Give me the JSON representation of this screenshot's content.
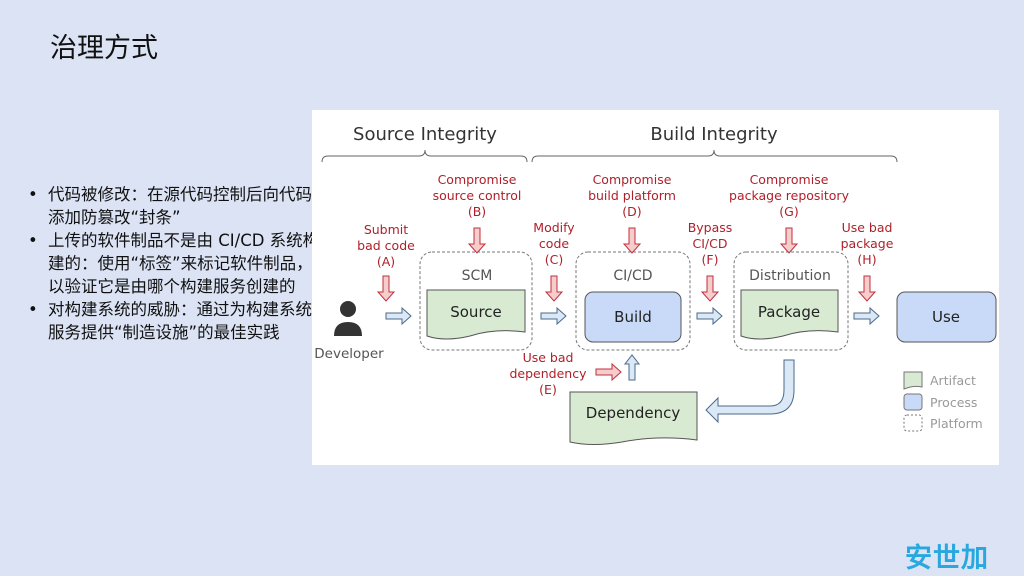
{
  "title": "治理方式",
  "bullets": [
    "代码被修改：在源代码控制后向代码添加防篡改“封条”",
    "上传的软件制品不是由 CI/CD 系统构建的：使用“标签”来标记软件制品，以验证它是由哪个构建服务创建的",
    "对构建系统的威胁：通过为构建系统服务提供“制造设施”的最佳实践"
  ],
  "diagram": {
    "source_integrity": "Source Integrity",
    "build_integrity": "Build Integrity",
    "threats": {
      "a": [
        "Submit",
        "bad code",
        "(A)"
      ],
      "b": [
        "Compromise",
        "source control",
        "(B)"
      ],
      "c": [
        "Modify",
        "code",
        "(C)"
      ],
      "d": [
        "Compromise",
        "build platform",
        "(D)"
      ],
      "e": [
        "Use bad",
        "dependency",
        "(E)"
      ],
      "f": [
        "Bypass",
        "CI/CD",
        "(F)"
      ],
      "g": [
        "Compromise",
        "package repository",
        "(G)"
      ],
      "h": [
        "Use bad",
        "package",
        "(H)"
      ]
    },
    "developer": "Developer",
    "platforms": {
      "scm": "SCM",
      "cicd": "CI/CD",
      "distribution": "Distribution"
    },
    "nodes": {
      "source": "Source",
      "build": "Build",
      "package": "Package",
      "use": "Use",
      "dependency": "Dependency"
    },
    "legend": {
      "artifact": "Artifact",
      "process": "Process",
      "platform": "Platform"
    },
    "colors": {
      "artifact": "#d9ead3",
      "process": "#c9daf8",
      "threat": "#b0202a",
      "threat_arrow": "#f4c7c7",
      "flow_arrow": "#dbe8f6"
    }
  },
  "logo": "安世加"
}
